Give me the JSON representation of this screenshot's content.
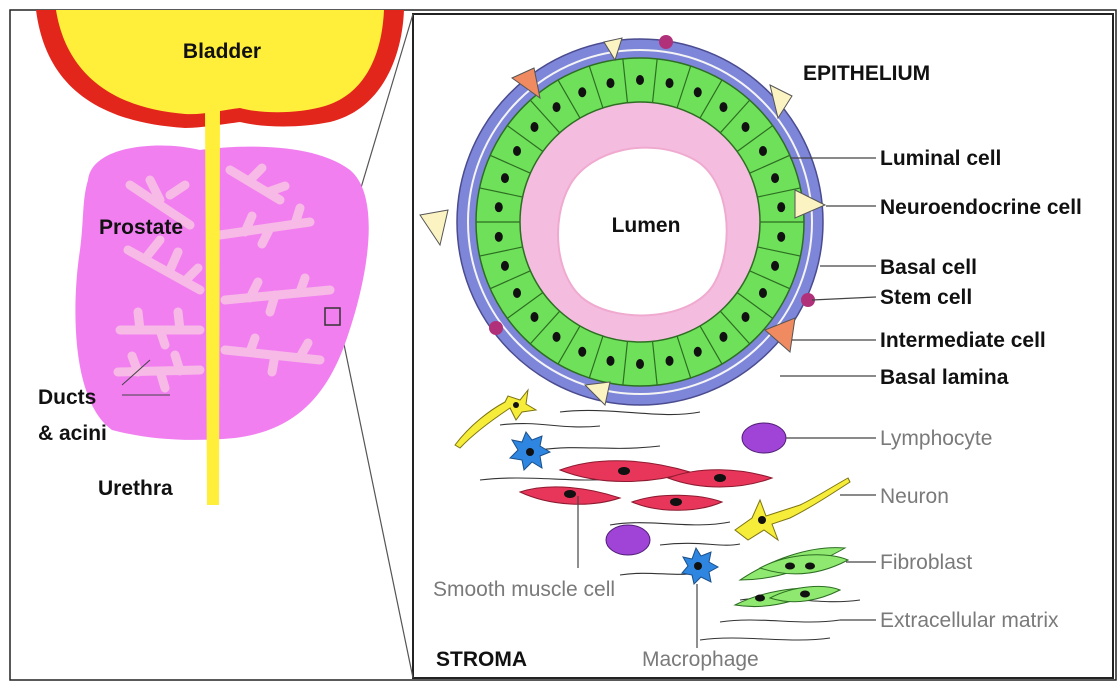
{
  "organ": {
    "bladder": "Bladder",
    "prostate": "Prostate",
    "ducts_line1": "Ducts",
    "ducts_line2": "& acini",
    "urethra": "Urethra"
  },
  "detail": {
    "epithelium": "EPITHELIUM",
    "lumen": "Lumen",
    "stroma": "STROMA",
    "epithelial_labels": [
      "Luminal cell",
      "Neuroendocrine cell",
      "Basal cell",
      "Stem cell",
      "Intermediate cell",
      "Basal lamina"
    ],
    "stromal_labels": [
      "Lymphocyte",
      "Neuron",
      "Fibroblast",
      "Extracellular matrix"
    ],
    "smooth_muscle": "Smooth muscle cell",
    "macrophage": "Macrophage"
  },
  "colors": {
    "bladder_fill": "#ffef3a",
    "bladder_wall": "#e3261c",
    "prostate": "#f17ff0",
    "duct_tree": "#f7b9e6",
    "luminal_cell": "#6fe05a",
    "lumen_ring": "#f4bde0",
    "basal_cell": "#7d86d8",
    "neuroendocrine_cell": "#fbf3c2",
    "intermediate_cell": "#f08a60",
    "stem_cell": "#b1307a",
    "smooth_muscle": "#e8365a",
    "lymphocyte": "#9f44d6",
    "macrophage": "#2f86e0",
    "neuron": "#f6ec3a",
    "fibroblast": "#8fe870"
  }
}
